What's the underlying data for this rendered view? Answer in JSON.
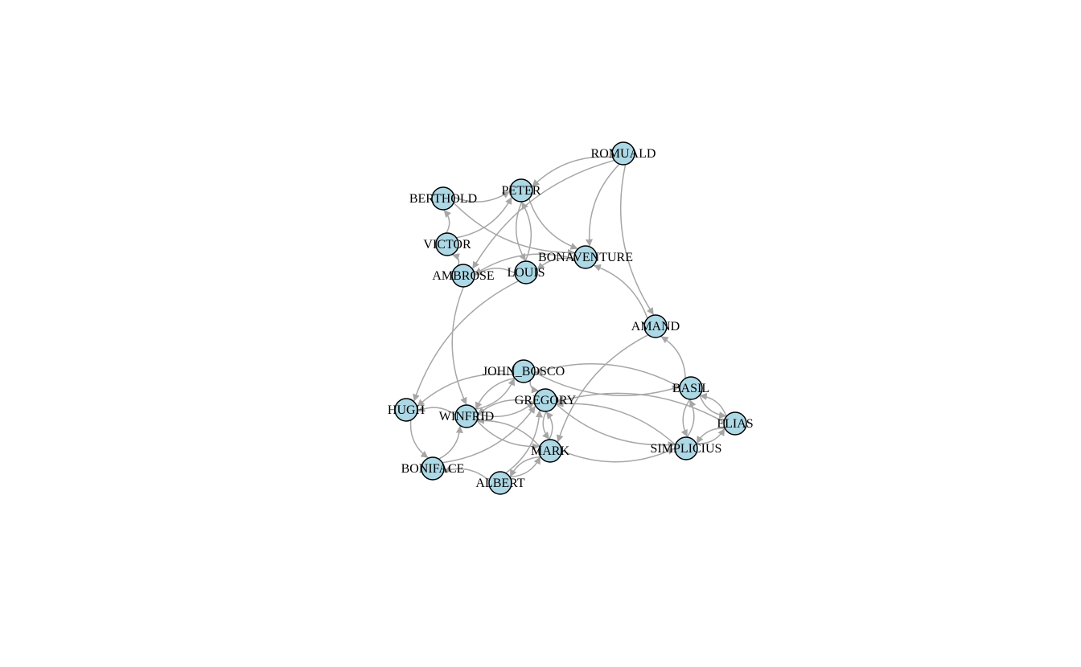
{
  "graph": {
    "directed": true,
    "colors": {
      "node_fill": "#add8e6",
      "node_stroke": "#000000",
      "edge": "#a6a6a6",
      "background": "#ffffff"
    },
    "nodes": [
      {
        "id": "ROMUALD",
        "label": "ROMUALD"
      },
      {
        "id": "PETER",
        "label": "PETER"
      },
      {
        "id": "BERTHOLD",
        "label": "BERTHOLD"
      },
      {
        "id": "VICTOR",
        "label": "VICTOR"
      },
      {
        "id": "AMBROSE",
        "label": "AMBROSE"
      },
      {
        "id": "LOUIS",
        "label": "LOUIS"
      },
      {
        "id": "BONAVENTURE",
        "label": "BONAVENTURE"
      },
      {
        "id": "AMAND",
        "label": "AMAND"
      },
      {
        "id": "JOHN_BOSCO",
        "label": "JOHN_BOSCO"
      },
      {
        "id": "GREGORY",
        "label": "GREGORY"
      },
      {
        "id": "BASIL",
        "label": "BASIL"
      },
      {
        "id": "HUGH",
        "label": "HUGH"
      },
      {
        "id": "WINFRID",
        "label": "WINFRID"
      },
      {
        "id": "ELIAS",
        "label": "ELIAS"
      },
      {
        "id": "SIMPLICIUS",
        "label": "SIMPLICIUS"
      },
      {
        "id": "MARK",
        "label": "MARK"
      },
      {
        "id": "BONIFACE",
        "label": "BONIFACE"
      },
      {
        "id": "ALBERT",
        "label": "ALBERT"
      }
    ],
    "edges": [
      {
        "from": "ROMUALD",
        "to": "PETER"
      },
      {
        "from": "ROMUALD",
        "to": "BONAVENTURE"
      },
      {
        "from": "ROMUALD",
        "to": "AMAND"
      },
      {
        "from": "ROMUALD",
        "to": "AMBROSE"
      },
      {
        "from": "BERTHOLD",
        "to": "PETER"
      },
      {
        "from": "VICTOR",
        "to": "BERTHOLD"
      },
      {
        "from": "VICTOR",
        "to": "PETER"
      },
      {
        "from": "PETER",
        "to": "BONAVENTURE"
      },
      {
        "from": "PETER",
        "to": "LOUIS"
      },
      {
        "from": "LOUIS",
        "to": "PETER"
      },
      {
        "from": "BERTHOLD",
        "to": "BONAVENTURE"
      },
      {
        "from": "BONAVENTURE",
        "to": "AMBROSE"
      },
      {
        "from": "BONAVENTURE",
        "to": "LOUIS"
      },
      {
        "from": "LOUIS",
        "to": "AMBROSE"
      },
      {
        "from": "AMBROSE",
        "to": "VICTOR"
      },
      {
        "from": "AMBROSE",
        "to": "WINFRID"
      },
      {
        "from": "LOUIS",
        "to": "HUGH"
      },
      {
        "from": "AMAND",
        "to": "BONAVENTURE"
      },
      {
        "from": "AMAND",
        "to": "MARK"
      },
      {
        "from": "BASIL",
        "to": "AMAND"
      },
      {
        "from": "BASIL",
        "to": "ELIAS"
      },
      {
        "from": "ELIAS",
        "to": "BASIL"
      },
      {
        "from": "BASIL",
        "to": "SIMPLICIUS"
      },
      {
        "from": "SIMPLICIUS",
        "to": "BASIL"
      },
      {
        "from": "ELIAS",
        "to": "SIMPLICIUS"
      },
      {
        "from": "SIMPLICIUS",
        "to": "ELIAS"
      },
      {
        "from": "SIMPLICIUS",
        "to": "GREGORY"
      },
      {
        "from": "ELIAS",
        "to": "GREGORY"
      },
      {
        "from": "BASIL",
        "to": "JOHN_BOSCO"
      },
      {
        "from": "JOHN_BOSCO",
        "to": "BASIL"
      },
      {
        "from": "JOHN_BOSCO",
        "to": "HUGH"
      },
      {
        "from": "JOHN_BOSCO",
        "to": "WINFRID"
      },
      {
        "from": "WINFRID",
        "to": "JOHN_BOSCO"
      },
      {
        "from": "JOHN_BOSCO",
        "to": "GREGORY"
      },
      {
        "from": "GREGORY",
        "to": "WINFRID"
      },
      {
        "from": "WINFRID",
        "to": "GREGORY"
      },
      {
        "from": "GREGORY",
        "to": "MARK"
      },
      {
        "from": "MARK",
        "to": "GREGORY"
      },
      {
        "from": "WINFRID",
        "to": "HUGH"
      },
      {
        "from": "HUGH",
        "to": "BONIFACE"
      },
      {
        "from": "BONIFACE",
        "to": "WINFRID"
      },
      {
        "from": "WINFRID",
        "to": "MARK"
      },
      {
        "from": "MARK",
        "to": "WINFRID"
      },
      {
        "from": "ALBERT",
        "to": "BONIFACE"
      },
      {
        "from": "ALBERT",
        "to": "MARK"
      },
      {
        "from": "ALBERT",
        "to": "GREGORY"
      },
      {
        "from": "MARK",
        "to": "ALBERT"
      },
      {
        "from": "BONIFACE",
        "to": "GREGORY"
      },
      {
        "from": "MARK",
        "to": "SIMPLICIUS"
      },
      {
        "from": "GREGORY",
        "to": "SIMPLICIUS"
      }
    ]
  }
}
